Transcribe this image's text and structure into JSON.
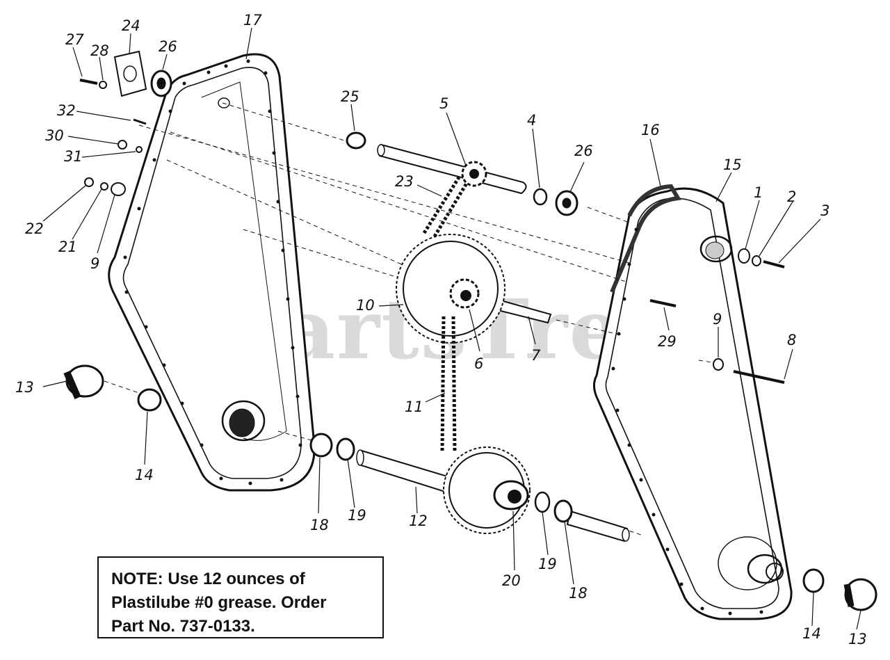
{
  "watermark": "PartsTree",
  "note": "NOTE: Use 12 ounces of\nPlastilube #0 grease. Order\nPart No. 737-0133.",
  "callouts": {
    "c1": "1",
    "c2": "2",
    "c3": "3",
    "c4": "4",
    "c5": "5",
    "c6": "6",
    "c7": "7",
    "c8": "8",
    "c9a": "9",
    "c9b": "9",
    "c10": "10",
    "c11": "11",
    "c12": "12",
    "c13a": "13",
    "c13b": "13",
    "c14a": "14",
    "c14b": "14",
    "c15": "15",
    "c16": "16",
    "c17": "17",
    "c18a": "18",
    "c18b": "18",
    "c19a": "19",
    "c19b": "19",
    "c20": "20",
    "c21": "21",
    "c22": "22",
    "c23": "23",
    "c24": "24",
    "c25": "25",
    "c26a": "26",
    "c26b": "26",
    "c27": "27",
    "c28": "28",
    "c29": "29",
    "c30": "30",
    "c31": "31",
    "c32": "32"
  }
}
